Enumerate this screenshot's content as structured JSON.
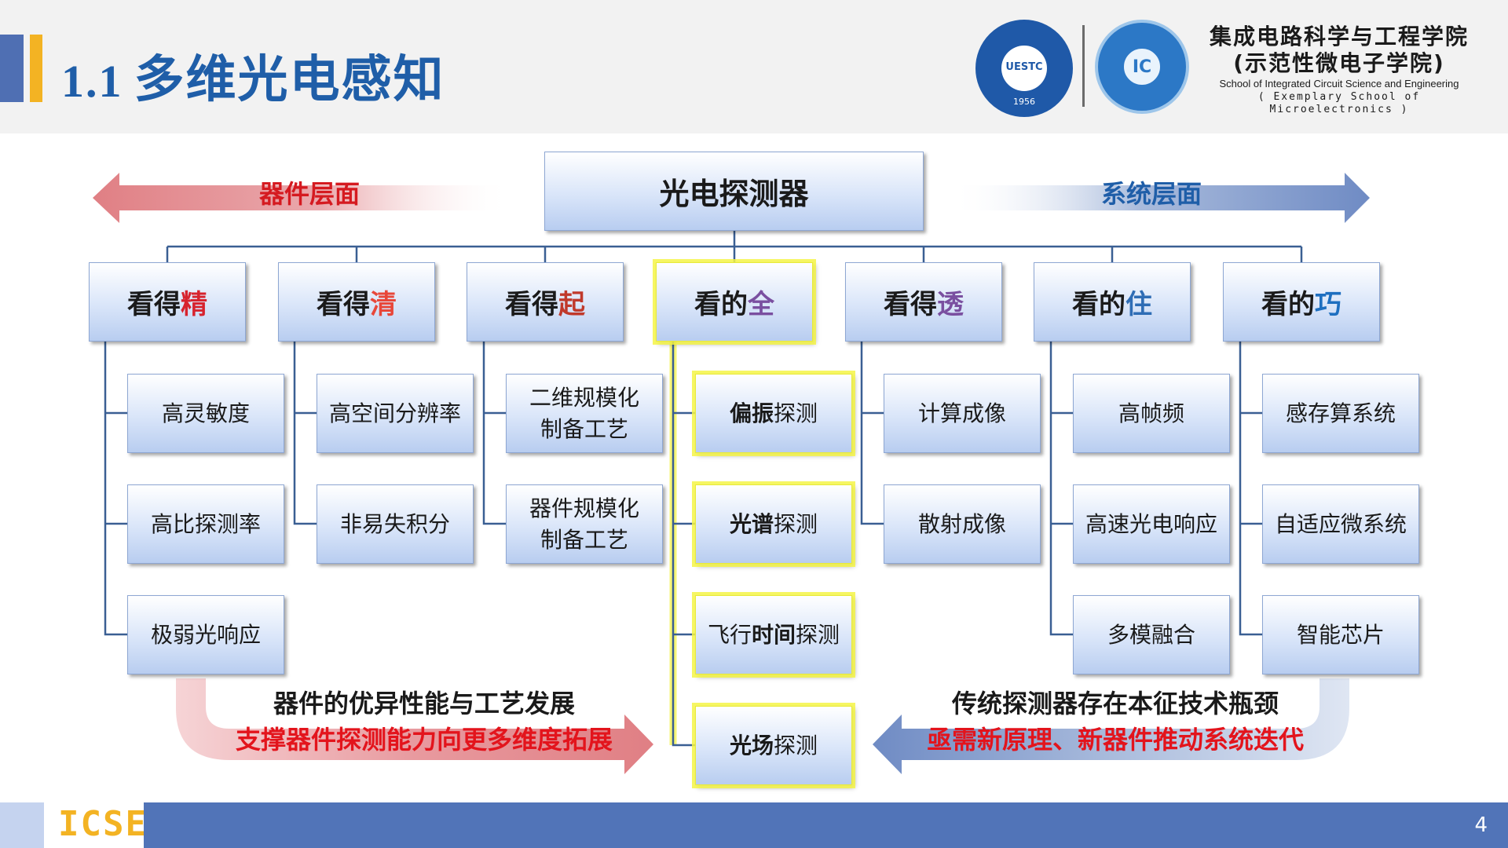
{
  "header": {
    "section_number": "1.1",
    "title": "多维光电感知",
    "logo1_text": "UESTC",
    "logo1_year": "1956",
    "logo2_text": "IC",
    "institute_zh_line1": "集成电路科学与工程学院",
    "institute_zh_line2": "(示范性微电子学院)",
    "institute_en_line1": "School of Integrated Circuit Science and Engineering",
    "institute_en_line2": "( Exemplary School of Microelectronics )"
  },
  "diagram": {
    "root": "光电探测器",
    "left_arrow_label": "器件层面",
    "right_arrow_label": "系统层面",
    "categories": [
      {
        "prefix": "看得",
        "key": "精",
        "key_color": "#d7232e",
        "items": [
          "高灵敏度",
          "高比探测率",
          "极弱光响应"
        ]
      },
      {
        "prefix": "看得",
        "key": "清",
        "key_color": "#e8473a",
        "items": [
          "高空间分辨率",
          "非易失积分"
        ]
      },
      {
        "prefix": "看得",
        "key": "起",
        "key_color": "#c0392b",
        "items": [
          "二维规模化\n制备工艺",
          "器件规模化\n制备工艺"
        ]
      },
      {
        "prefix": "看的",
        "key": "全",
        "key_color": "#7a4fa0",
        "items": [
          "偏振探测",
          "光谱探测",
          "飞行时间探测",
          "光场探测"
        ],
        "bold_parts": [
          "偏振",
          "光谱",
          "时间",
          "光场"
        ]
      },
      {
        "prefix": "看得",
        "key": "透",
        "key_color": "#7a4fa0",
        "items": [
          "计算成像",
          "散射成像"
        ]
      },
      {
        "prefix": "看的",
        "key": "住",
        "key_color": "#2f6db5",
        "items": [
          "高帧频",
          "高速光电响应",
          "多模融合"
        ]
      },
      {
        "prefix": "看的",
        "key": "巧",
        "key_color": "#1e6fc0",
        "items": [
          "感存算系统",
          "自适应微系统",
          "智能芯片"
        ]
      }
    ],
    "caption_left_line1": "器件的优异性能与工艺发展",
    "caption_left_line2": "支撑器件探测能力向更多维度拓展",
    "caption_right_line1": "传统探测器存在本征技术瓶颈",
    "caption_right_line2": "亟需新原理、新器件推动系统迭代"
  },
  "footer": {
    "logo_text": "ICSE",
    "page_number": "4"
  }
}
